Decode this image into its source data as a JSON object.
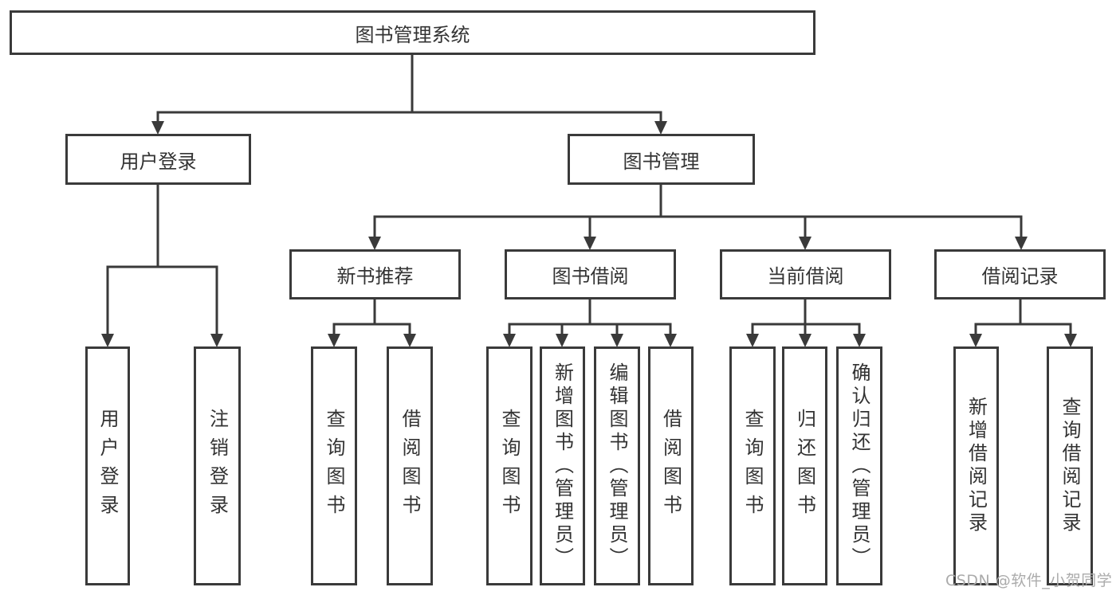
{
  "tree": {
    "root": {
      "label": "图书管理系统"
    },
    "children": [
      {
        "label": "用户登录",
        "children": [
          {
            "label": "用户登录"
          },
          {
            "label": "注销登录"
          }
        ]
      },
      {
        "label": "图书管理",
        "children": [
          {
            "label": "新书推荐",
            "children": [
              {
                "label": "查询图书"
              },
              {
                "label": "借阅图书"
              }
            ]
          },
          {
            "label": "图书借阅",
            "children": [
              {
                "label": "查询图书"
              },
              {
                "label": "新增图书（管理员）"
              },
              {
                "label": "编辑图书（管理员）"
              },
              {
                "label": "借阅图书"
              }
            ]
          },
          {
            "label": "当前借阅",
            "children": [
              {
                "label": "查询图书"
              },
              {
                "label": "归还图书"
              },
              {
                "label": "确认归还（管理员）"
              }
            ]
          },
          {
            "label": "借阅记录",
            "children": [
              {
                "label": "新增借阅记录"
              },
              {
                "label": "查询借阅记录"
              }
            ]
          }
        ]
      }
    ]
  },
  "watermark": {
    "text": "CSDN @软件_小贺同学"
  },
  "colors": {
    "line": "#3a3a3a",
    "text": "#333333",
    "wm": "#ababab"
  }
}
